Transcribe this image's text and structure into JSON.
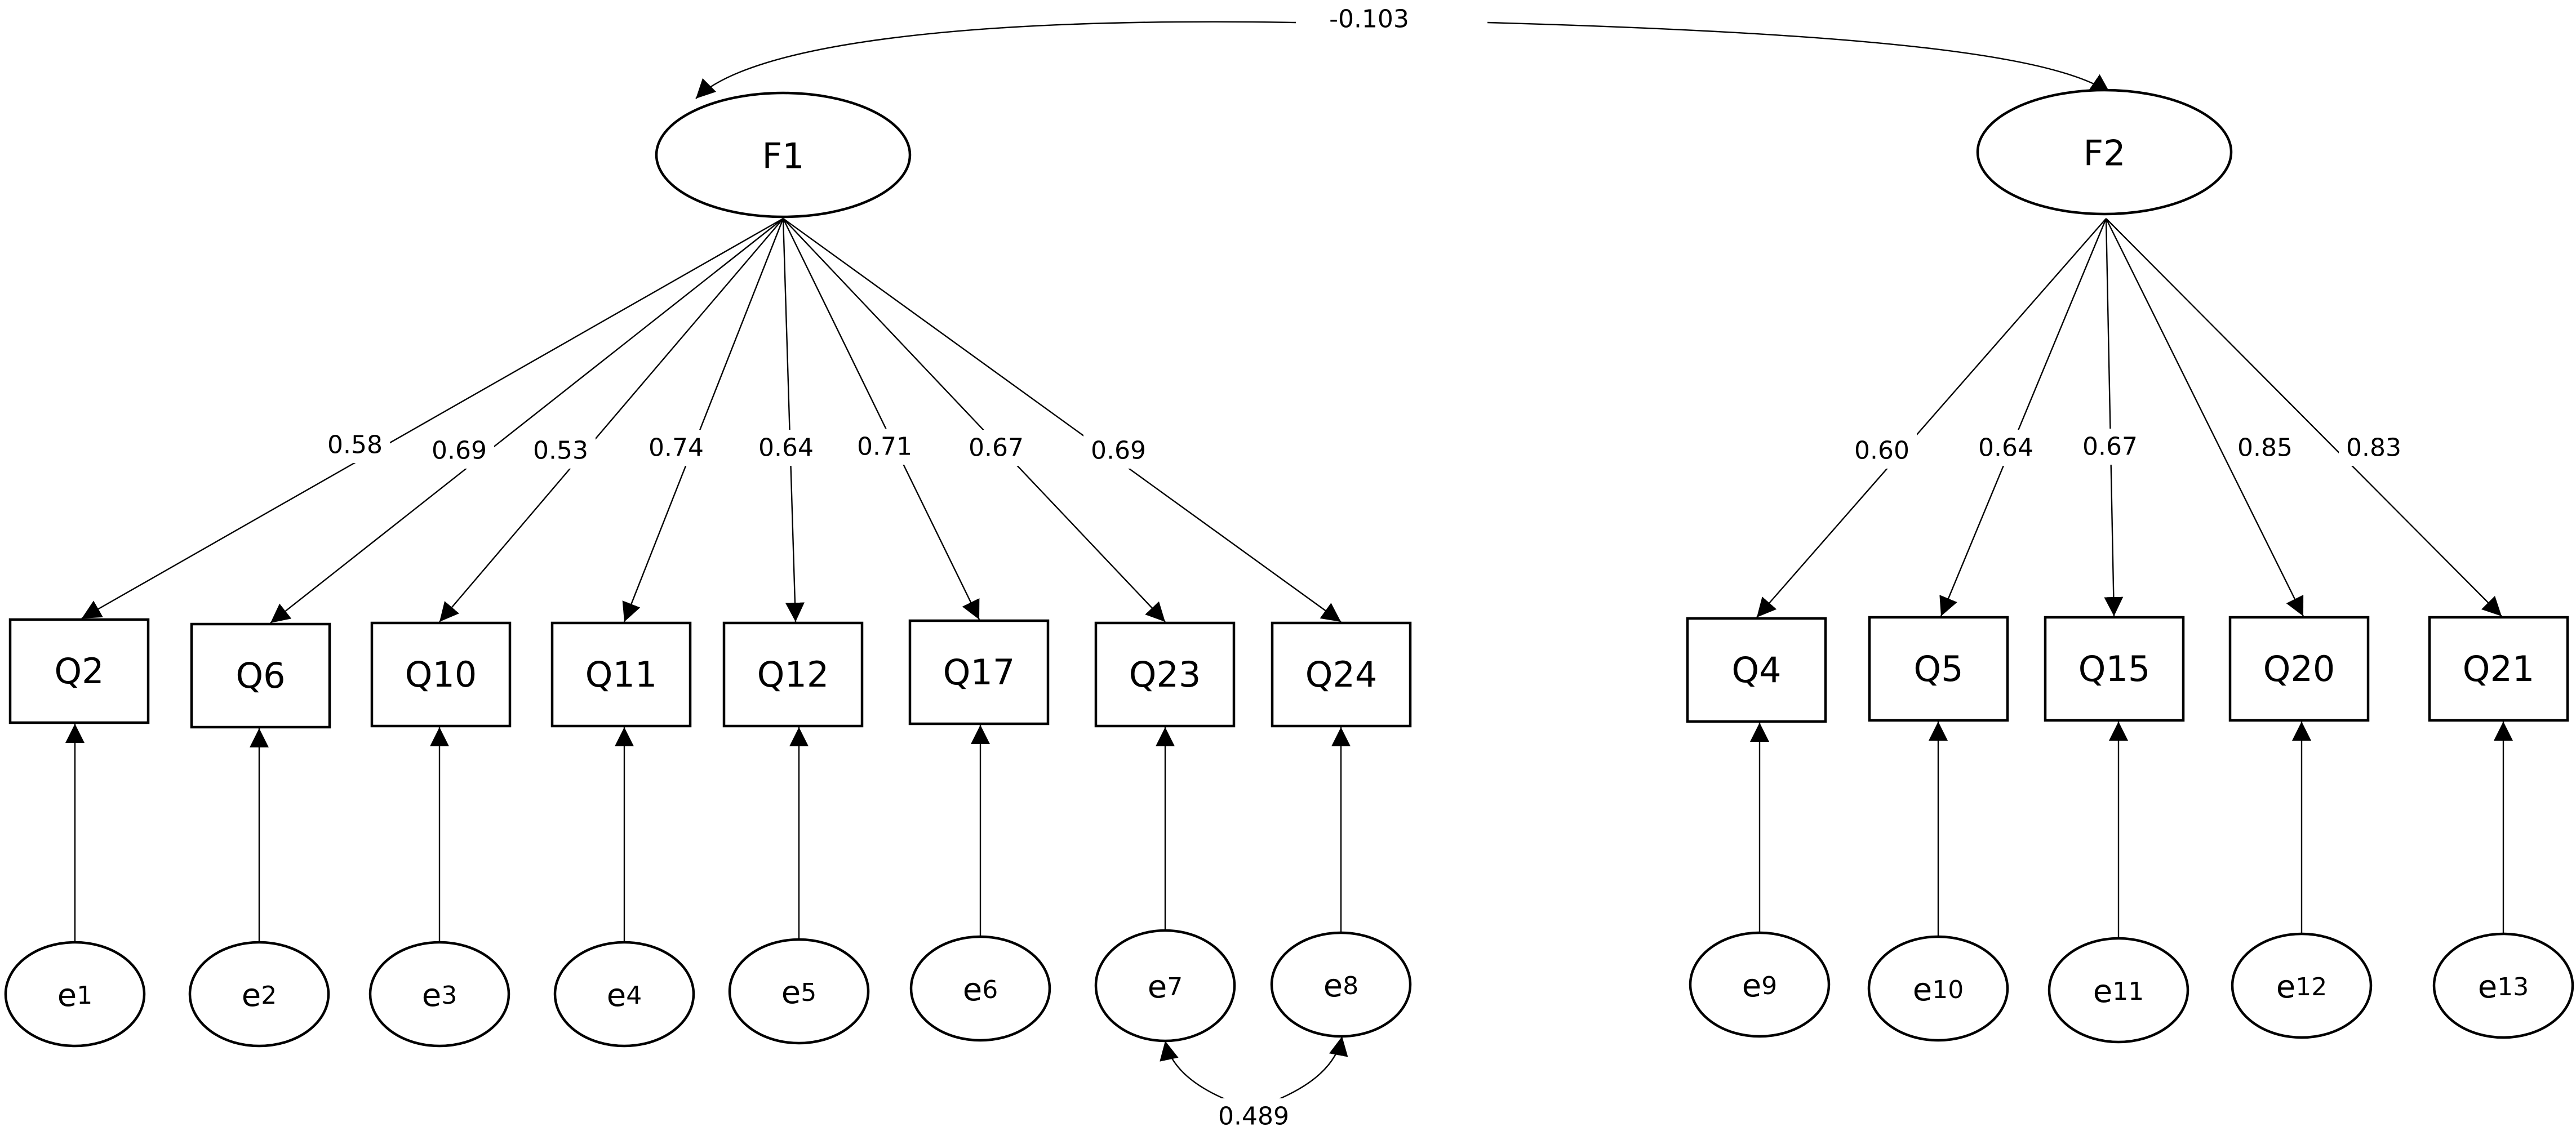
{
  "factors": [
    {
      "id": "F1",
      "label": "F1"
    },
    {
      "id": "F2",
      "label": "F2"
    }
  ],
  "factor_covariance": {
    "from": "F1",
    "to": "F2",
    "value": "-0.103"
  },
  "items": [
    {
      "factor": "F1",
      "label": "Q2",
      "loading": "0.58",
      "error": {
        "base": "e",
        "index": "1"
      }
    },
    {
      "factor": "F1",
      "label": "Q6",
      "loading": "0.69",
      "error": {
        "base": "e",
        "index": "2"
      }
    },
    {
      "factor": "F1",
      "label": "Q10",
      "loading": "0.53",
      "error": {
        "base": "e",
        "index": "3"
      }
    },
    {
      "factor": "F1",
      "label": "Q11",
      "loading": "0.74",
      "error": {
        "base": "e",
        "index": "4"
      }
    },
    {
      "factor": "F1",
      "label": "Q12",
      "loading": "0.64",
      "error": {
        "base": "e",
        "index": "5"
      }
    },
    {
      "factor": "F1",
      "label": "Q17",
      "loading": "0.71",
      "error": {
        "base": "e",
        "index": "6"
      }
    },
    {
      "factor": "F1",
      "label": "Q23",
      "loading": "0.67",
      "error": {
        "base": "e",
        "index": "7"
      }
    },
    {
      "factor": "F1",
      "label": "Q24",
      "loading": "0.69",
      "error": {
        "base": "e",
        "index": "8"
      }
    },
    {
      "factor": "F2",
      "label": "Q4",
      "loading": "0.60",
      "error": {
        "base": "e",
        "index": "9"
      }
    },
    {
      "factor": "F2",
      "label": "Q5",
      "loading": "0.64",
      "error": {
        "base": "e",
        "index": "10"
      }
    },
    {
      "factor": "F2",
      "label": "Q15",
      "loading": "0.67",
      "error": {
        "base": "e",
        "index": "11"
      }
    },
    {
      "factor": "F2",
      "label": "Q20",
      "loading": "0.85",
      "error": {
        "base": "e",
        "index": "12"
      }
    },
    {
      "factor": "F2",
      "label": "Q21",
      "loading": "0.83",
      "error": {
        "base": "e",
        "index": "13"
      }
    }
  ],
  "error_covariance": {
    "between": [
      "Q23",
      "Q24"
    ],
    "value": "0.489"
  }
}
